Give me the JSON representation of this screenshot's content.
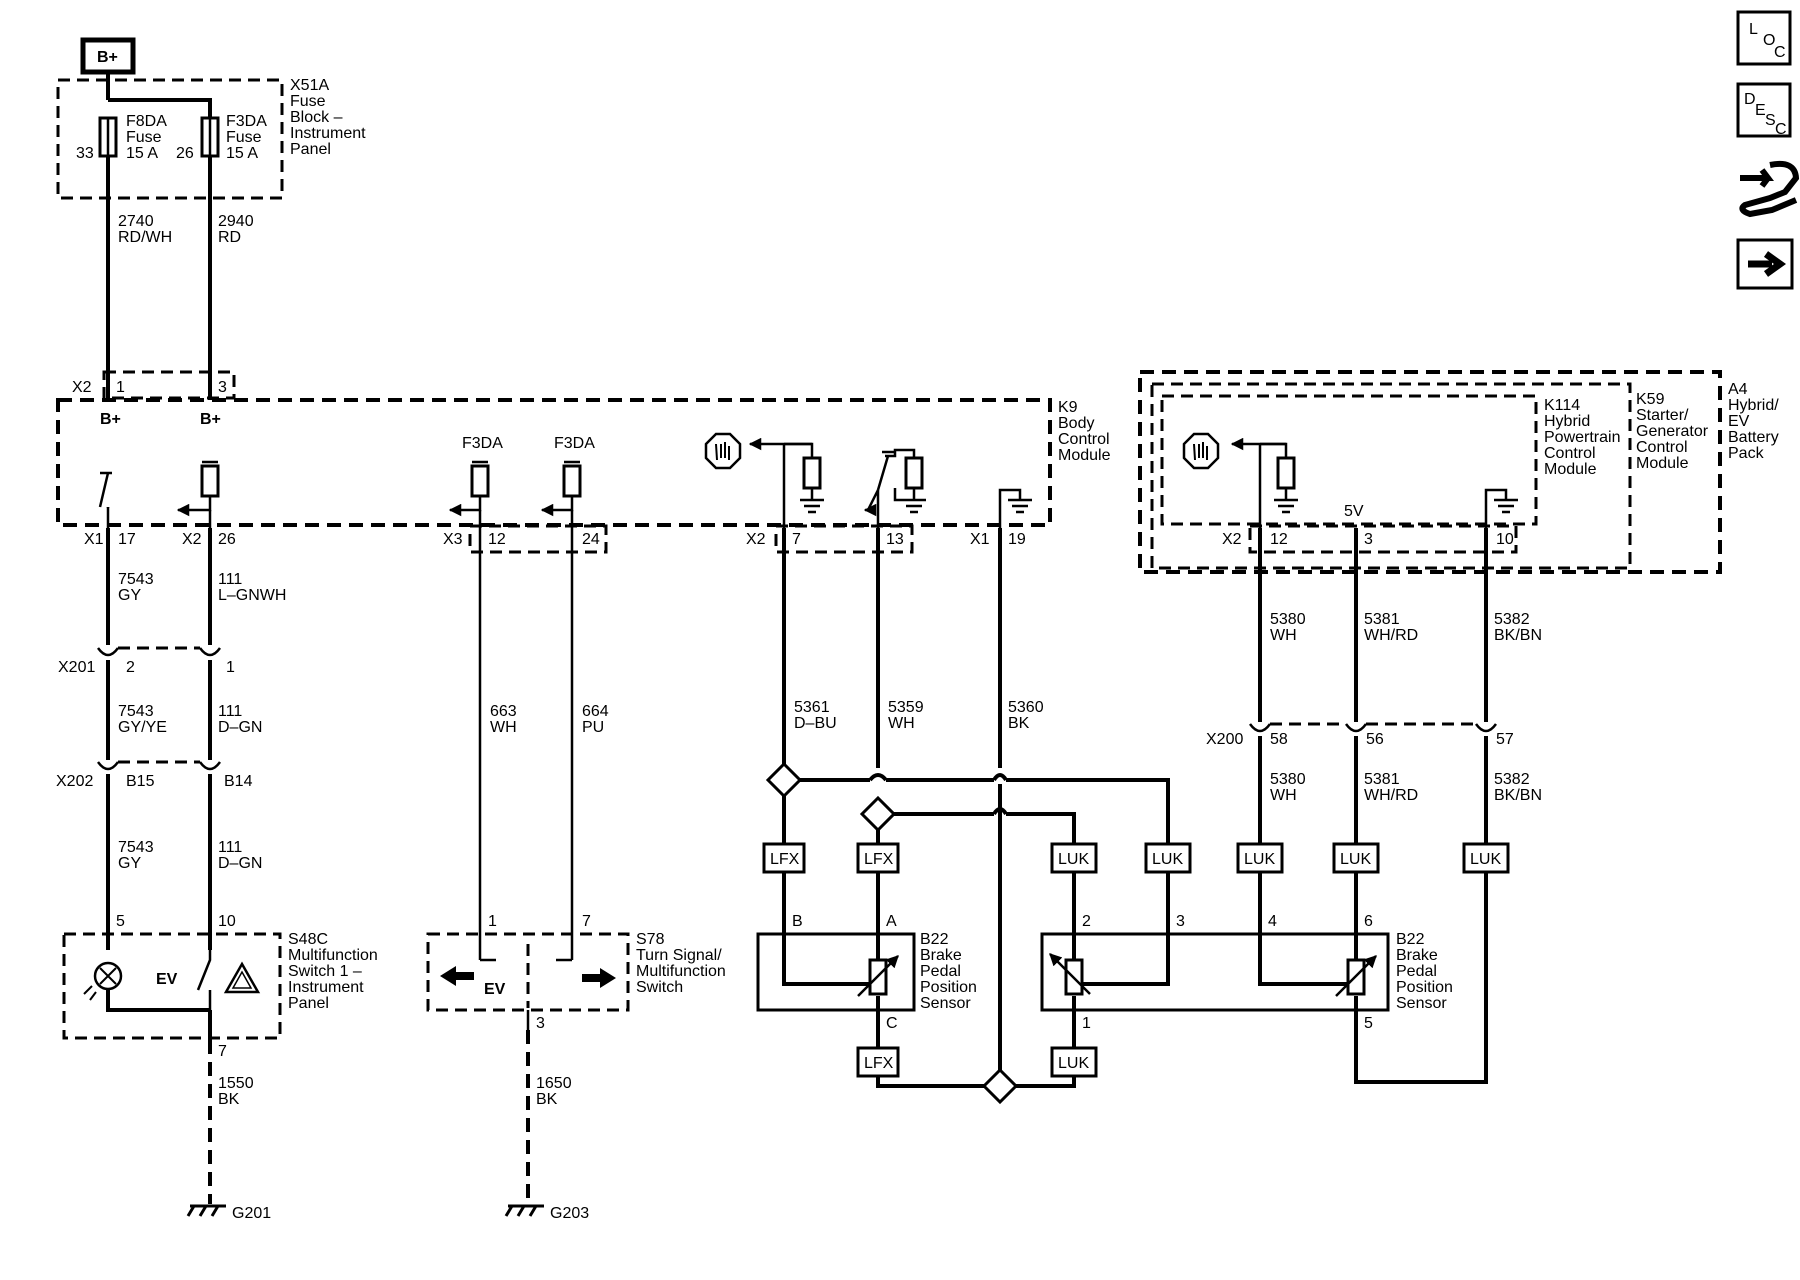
{
  "icons": {
    "loc": {
      "l": "L",
      "o": "O",
      "c": "C"
    },
    "desc": {
      "d": "D",
      "e": "E",
      "s": "S",
      "c": "C"
    },
    "repair": "repair-icon",
    "next": "next-arrow-icon"
  },
  "power": {
    "label": "B+"
  },
  "fuse_block": {
    "name": [
      "X51A",
      "Fuse",
      "Block –",
      "Instrument",
      "Panel"
    ],
    "f1": {
      "name": [
        "F8DA",
        "Fuse",
        "15 A"
      ],
      "pin": "33"
    },
    "f2": {
      "name": [
        "F3DA",
        "Fuse",
        "15 A"
      ],
      "pin": "26"
    }
  },
  "wires": {
    "w2740": [
      "2740",
      "RD/WH"
    ],
    "w2940": [
      "2940",
      "RD"
    ],
    "w7543a": [
      "7543",
      "GY"
    ],
    "w111a": [
      "111",
      "L–GNWH"
    ],
    "w7543b": [
      "7543",
      "GY/YE"
    ],
    "w111b": [
      "111",
      "D–GN"
    ],
    "w7543c": [
      "7543",
      "GY"
    ],
    "w111c": [
      "111",
      "D–GN"
    ],
    "w663": [
      "663",
      "WH"
    ],
    "w664": [
      "664",
      "PU"
    ],
    "w5361": [
      "5361",
      "D–BU"
    ],
    "w5359": [
      "5359",
      "WH"
    ],
    "w5360": [
      "5360",
      "BK"
    ],
    "w5380a": [
      "5380",
      "WH"
    ],
    "w5381a": [
      "5381",
      "WH/RD"
    ],
    "w5382a": [
      "5382",
      "BK/BN"
    ],
    "w5380b": [
      "5380",
      "WH"
    ],
    "w5381b": [
      "5381",
      "WH/RD"
    ],
    "w5382b": [
      "5382",
      "BK/BN"
    ],
    "w1550": [
      "1550",
      "BK"
    ],
    "w1650": [
      "1650",
      "BK"
    ]
  },
  "bcm": {
    "name": [
      "K9",
      "Body",
      "Control",
      "Module"
    ],
    "x2": "X2",
    "p1": "1",
    "p3": "3",
    "bplus": "B+",
    "f3da": "F3DA",
    "x1a": "X1",
    "p17": "17",
    "x2a": "X2",
    "p26": "26",
    "x3": "X3",
    "p12": "12",
    "p24": "24",
    "x2b": "X2",
    "p7": "7",
    "p13": "13",
    "x1b": "X1",
    "p19": "19"
  },
  "hybrid": {
    "k114": [
      "K114",
      "Hybrid",
      "Powertrain",
      "Control",
      "Module"
    ],
    "k59": [
      "K59",
      "Starter/",
      "Generator",
      "Control",
      "Module"
    ],
    "a4": [
      "A4",
      "Hybrid/",
      "EV",
      "Battery",
      "Pack"
    ],
    "x2": "X2",
    "p12": "12",
    "p3": "3",
    "p10": "10",
    "v5": "5V"
  },
  "connectors": {
    "x201": "X201",
    "x201p2": "2",
    "x201p1": "1",
    "x202": "X202",
    "x202pa": "B15",
    "x202pb": "B14",
    "x200": "X200",
    "x200a": "58",
    "x200b": "56",
    "x200c": "57"
  },
  "s48c": {
    "name": [
      "S48C",
      "Multifunction",
      "Switch 1 –",
      "Instrument",
      "Panel"
    ],
    "p5": "5",
    "p10": "10",
    "p7": "7"
  },
  "s78": {
    "name": [
      "S78",
      "Turn Signal/",
      "Multifunction",
      "Switch"
    ],
    "p1": "1",
    "p7": "7",
    "p3": "3"
  },
  "sensor1": {
    "name": [
      "B22",
      "Brake",
      "Pedal",
      "Position",
      "Sensor"
    ],
    "pB": "B",
    "pA": "A",
    "pC": "C"
  },
  "sensor2": {
    "name": [
      "B22",
      "Brake",
      "Pedal",
      "Position",
      "Sensor"
    ],
    "p2": "2",
    "p3": "3",
    "p4": "4",
    "p6": "6",
    "p1": "1",
    "p5": "5"
  },
  "tags": {
    "lfx": "LFX",
    "luk": "LUK"
  },
  "ev": "EV",
  "grounds": {
    "g201": "G201",
    "g203": "G203"
  }
}
